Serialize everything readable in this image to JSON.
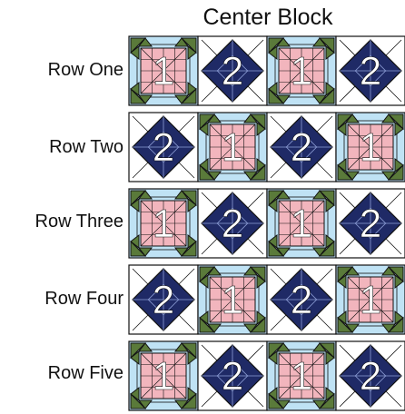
{
  "title": "Center Block",
  "rows": [
    {
      "label": "Row One",
      "blocks": [
        "1",
        "2",
        "1",
        "2"
      ]
    },
    {
      "label": "Row Two",
      "blocks": [
        "2",
        "1",
        "2",
        "1"
      ]
    },
    {
      "label": "Row Three",
      "blocks": [
        "1",
        "2",
        "1",
        "2"
      ]
    },
    {
      "label": "Row Four",
      "blocks": [
        "2",
        "1",
        "2",
        "1"
      ]
    },
    {
      "label": "Row Five",
      "blocks": [
        "1",
        "2",
        "1",
        "2"
      ]
    }
  ],
  "colors": {
    "navy": "#1f2a66",
    "pink": "#f2b5bd",
    "light_blue": "#bfe2f4",
    "green": "#5a7a3a",
    "white": "#ffffff",
    "outline": "#111111"
  }
}
